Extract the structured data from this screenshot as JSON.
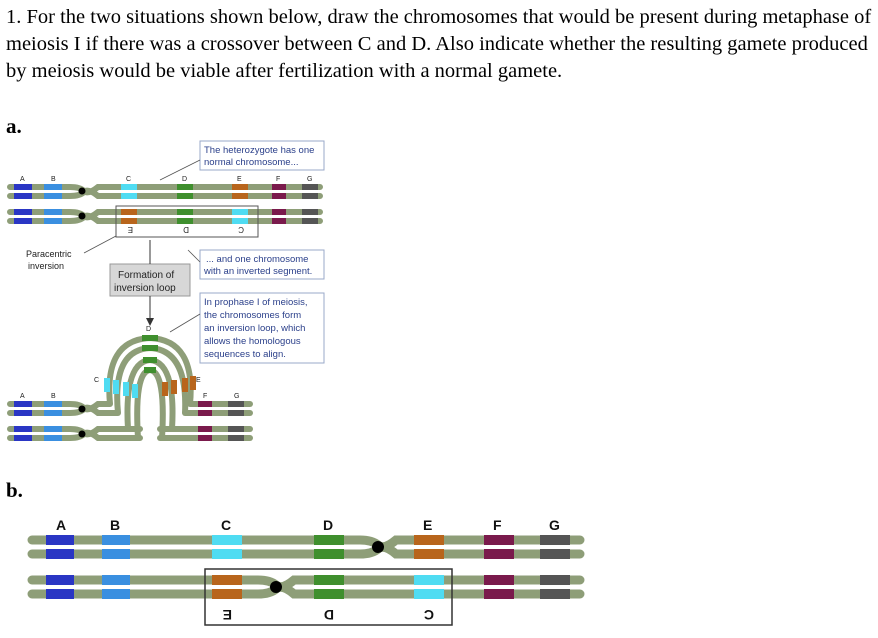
{
  "question": {
    "text": "1. For the two situations shown below, draw the chromosomes that would be present during metaphase of meiosis I if there was a crossover between C and D. Also indicate whether the resulting gamete produced by meiosis would be viable after fertilization with a normal gamete."
  },
  "part_a": {
    "label": "a.",
    "gene_labels_top": [
      "A",
      "B",
      "C",
      "D",
      "E",
      "F",
      "G"
    ],
    "gene_labels_inverted": [
      "E",
      "D",
      "C"
    ],
    "paracentric_label_1": "Paracentric",
    "paracentric_label_2": "inversion",
    "formation_label_1": "Formation of",
    "formation_label_2": "inversion loop",
    "callout_1": [
      "The heterozygote has one",
      "normal chromosome..."
    ],
    "callout_2": [
      "... and one chromosome",
      "with an inverted segment."
    ],
    "callout_3": [
      "In prophase I of meiosis,",
      "the chromosomes form",
      "an inversion loop, which",
      "allows the homologous",
      "sequences to align."
    ],
    "loop_labels": [
      "C",
      "D",
      "E",
      "F",
      "G",
      "A",
      "B"
    ]
  },
  "part_b": {
    "label": "b.",
    "gene_labels": [
      "A",
      "B",
      "C",
      "D",
      "E",
      "F",
      "G"
    ],
    "gene_labels_inverted": [
      "E",
      "D",
      "C"
    ]
  },
  "colors": {
    "chromatid": "#8e9e78",
    "A": "#2a36c4",
    "B": "#3a8fe0",
    "C": "#4fdcf2",
    "D": "#3f8f2e",
    "E": "#b8651c",
    "F": "#7a1a4c",
    "G": "#555555",
    "callout_border": "#9aa8c8",
    "callout_text": "#2a3f8a"
  }
}
